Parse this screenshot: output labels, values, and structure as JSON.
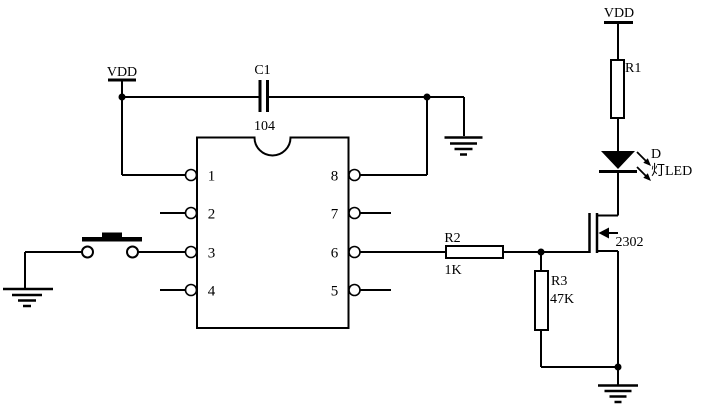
{
  "colors": {
    "ink": "#000000",
    "background": "#ffffff"
  },
  "power": {
    "vdd_left": "VDD",
    "vdd_right": "VDD"
  },
  "capacitor": {
    "ref": "C1",
    "value": "104"
  },
  "ic": {
    "pins": [
      "1",
      "2",
      "3",
      "4",
      "5",
      "6",
      "7",
      "8"
    ]
  },
  "resistors": {
    "r1": {
      "ref": "R1"
    },
    "r2": {
      "ref": "R2",
      "value": "1K"
    },
    "r3": {
      "ref": "R3",
      "value": "47K"
    }
  },
  "led": {
    "ref": "D",
    "name": "灯LED"
  },
  "mosfet": {
    "part": "2302"
  }
}
